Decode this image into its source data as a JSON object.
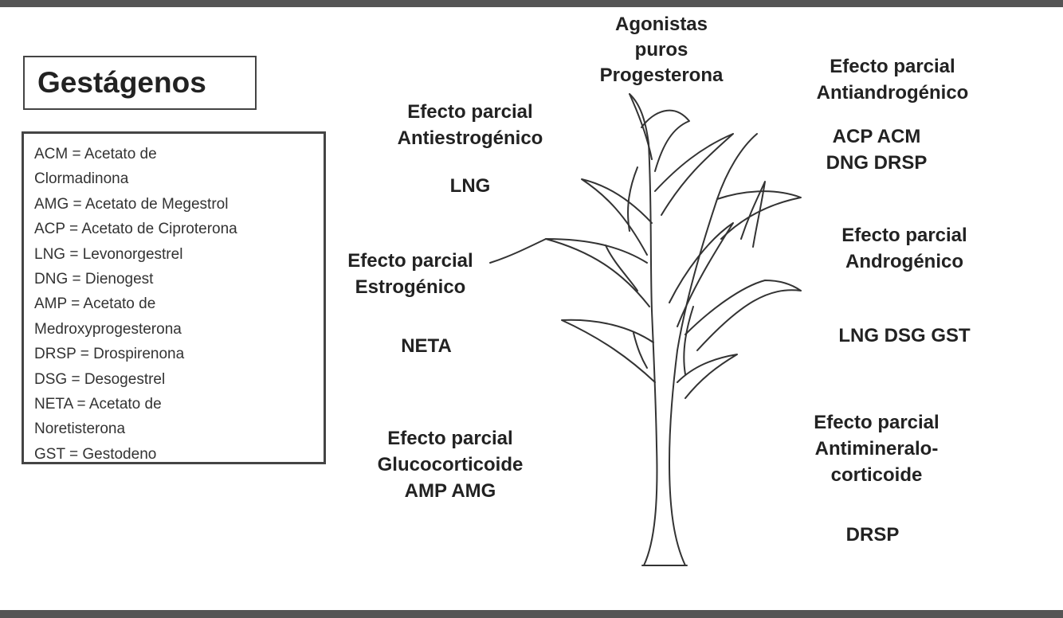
{
  "title": "Gestágenos",
  "legend": [
    "ACM = Acetato de\nClormadinona",
    "AMG = Acetato de Megestrol",
    "ACP = Acetato de Ciproterona",
    "LNG = Levonorgestrel",
    "DNG = Dienogest",
    "AMP = Acetato de\nMedroxyprogesterona",
    "DRSP = Drospirenona",
    "DSG = Desogestrel",
    "NETA = Acetato de\nNoretisterona",
    "GST = Gestodeno"
  ],
  "labels": {
    "agonistas": "Agonistas\npuros\nProgesterona",
    "antiestrogenico": "Efecto parcial\nAntiestrogénico",
    "antiestrogenico_drugs": "LNG",
    "estrogenico": "Efecto parcial\nEstrogénico",
    "estrogenico_drugs": "NETA",
    "glucocorticoide": "Efecto parcial\nGlucocorticoide\nAMP AMG",
    "antiandrogenico": "Efecto parcial\nAntiandrogénico",
    "antiandrogenico_drugs": "ACP ACM\nDNG DRSP",
    "androgenico": "Efecto parcial\nAndrogénico",
    "androgenico_drugs": "LNG DSG GST",
    "antimineralo": "Efecto parcial\nAntimineralo-\ncorticoide",
    "antimineralo_drugs": "DRSP"
  }
}
